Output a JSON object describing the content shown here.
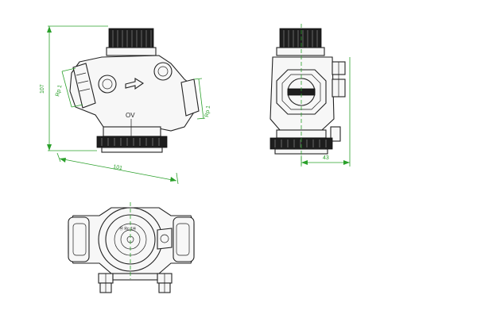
{
  "dimensions": {
    "height": "107",
    "width": "101",
    "depth": "43",
    "port_left": "Rp 1",
    "port_right": "Rp 1"
  },
  "body_markings": {
    "front_label": "OV",
    "top_label": "Ⓜ Rc 1/4"
  },
  "colors": {
    "dimension_lines": "#2aa02a",
    "outline": "#222222",
    "dark_parts": "#1e1e1e"
  }
}
